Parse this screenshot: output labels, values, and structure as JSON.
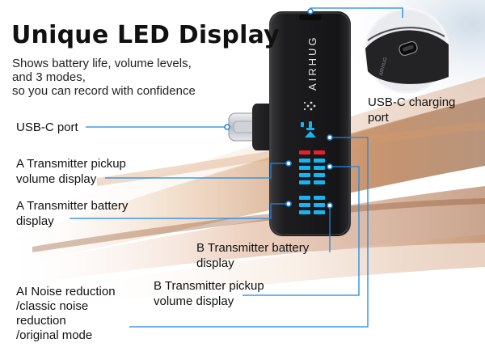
{
  "headline": {
    "title": "Unique LED Display",
    "subtitle_lines": [
      "Shows battery life, volume levels,",
      "and 3 modes,",
      "so you can record with confidence"
    ]
  },
  "device": {
    "brand_text": "AIRHUG"
  },
  "callouts": {
    "usbc_port": [
      "USB-C port"
    ],
    "usbc_charging_port": [
      "USB-C charging",
      "port"
    ],
    "a_pickup_volume": [
      "A Transmitter pickup",
      "volume display"
    ],
    "a_battery": [
      "A Transmitter battery",
      "display"
    ],
    "b_battery": [
      "B Transmitter battery",
      "display"
    ],
    "b_pickup_volume": [
      "B Transmitter pickup",
      " volume display"
    ],
    "noise_modes": [
      "AI Noise reduction",
      " /classic noise",
      "reduction",
      "/original mode"
    ]
  },
  "colors": {
    "callout_line": "#1e88e5",
    "led_blue": "#19b4f0",
    "led_red": "#e8202a",
    "device_body": "#1c1c1e"
  }
}
